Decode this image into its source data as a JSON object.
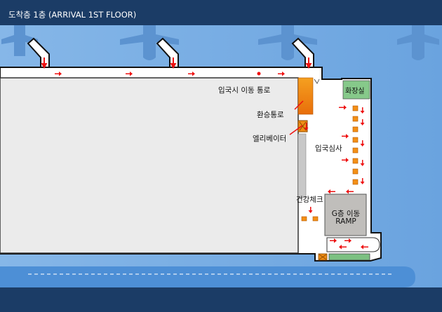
{
  "header": {
    "title": "도착층 1층 (ARRIVAL 1ST FLOOR)"
  },
  "labels": {
    "immigration_route": "입국시 이동 통로",
    "transfer_route": "환승통로",
    "elevator": "엘리베이터",
    "restroom": "화장실",
    "immigration_inspection": "입국심사",
    "health_check": "건강체크",
    "ramp_line1": "G층 이동",
    "ramp_line2": "RAMP"
  },
  "colors": {
    "header_bar": "#1b3c66",
    "apron": "#7bafe3",
    "planes": "#5c93d0",
    "terminal": "#ebebeb",
    "walls": "#111111",
    "arrows": "#ee1111",
    "transfer": "#f07d13",
    "restroom": "#86c98a",
    "ramp": "#c0bebb",
    "taxiway": "#4d8fd6"
  }
}
